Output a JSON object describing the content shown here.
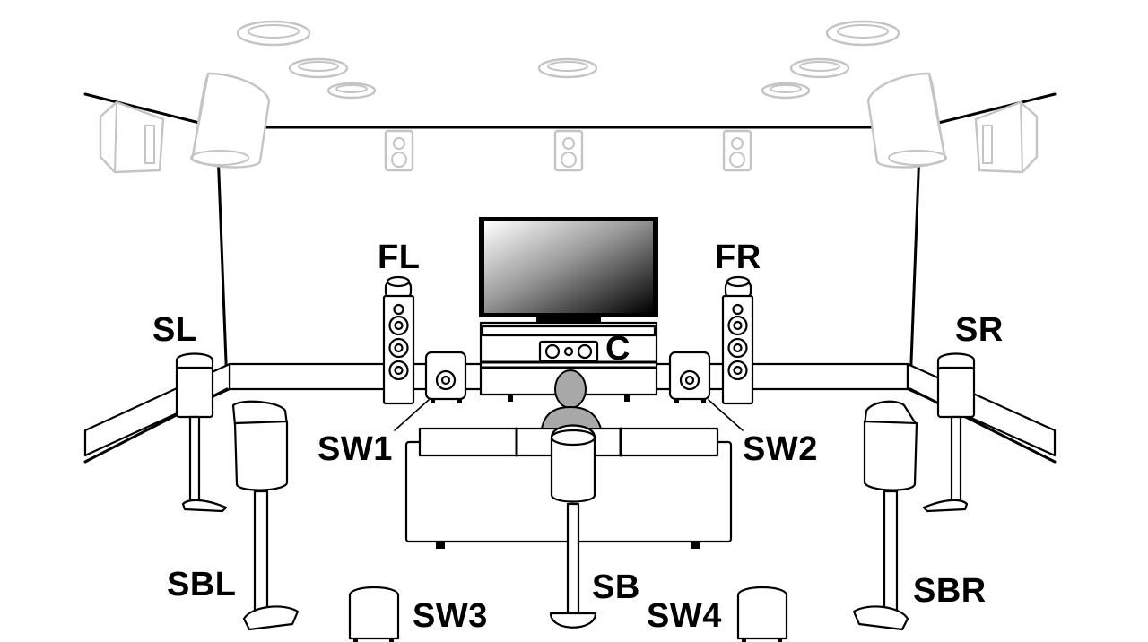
{
  "labels": {
    "fl": "FL",
    "fr": "FR",
    "c": "C",
    "sl": "SL",
    "sr": "SR",
    "sw1": "SW1",
    "sw2": "SW2",
    "sw3": "SW3",
    "sw4": "SW4",
    "sbl": "SBL",
    "sb": "SB",
    "sbr": "SBR"
  },
  "colors": {
    "line": "#000000",
    "inactive_speaker": "#c4c4c4",
    "background": "#ffffff"
  }
}
